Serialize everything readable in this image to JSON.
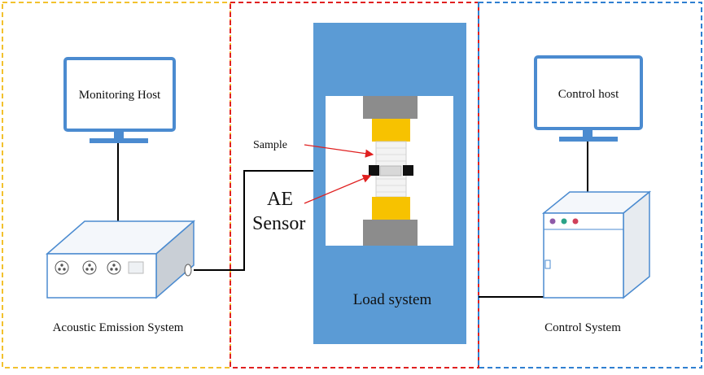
{
  "labels": {
    "monitoring_host": "Monitoring Host",
    "control_host": "Control host",
    "sample": "Sample",
    "ae_line1": "AE",
    "ae_line2": "Sensor",
    "load_system": "Load system",
    "acoustic_emission_system": "Acoustic Emission System",
    "control_system": "Control System"
  },
  "colors": {
    "left_border": "#f2c12e",
    "middle_border": "#e02020",
    "right_border": "#2f7fd1",
    "monitor_outline": "#4b8bd0",
    "frame_blue": "#5b9bd5",
    "clamp_yellow": "#f7c200",
    "platen_gray": "#8c8c8c",
    "arrow_red": "#e02020"
  }
}
